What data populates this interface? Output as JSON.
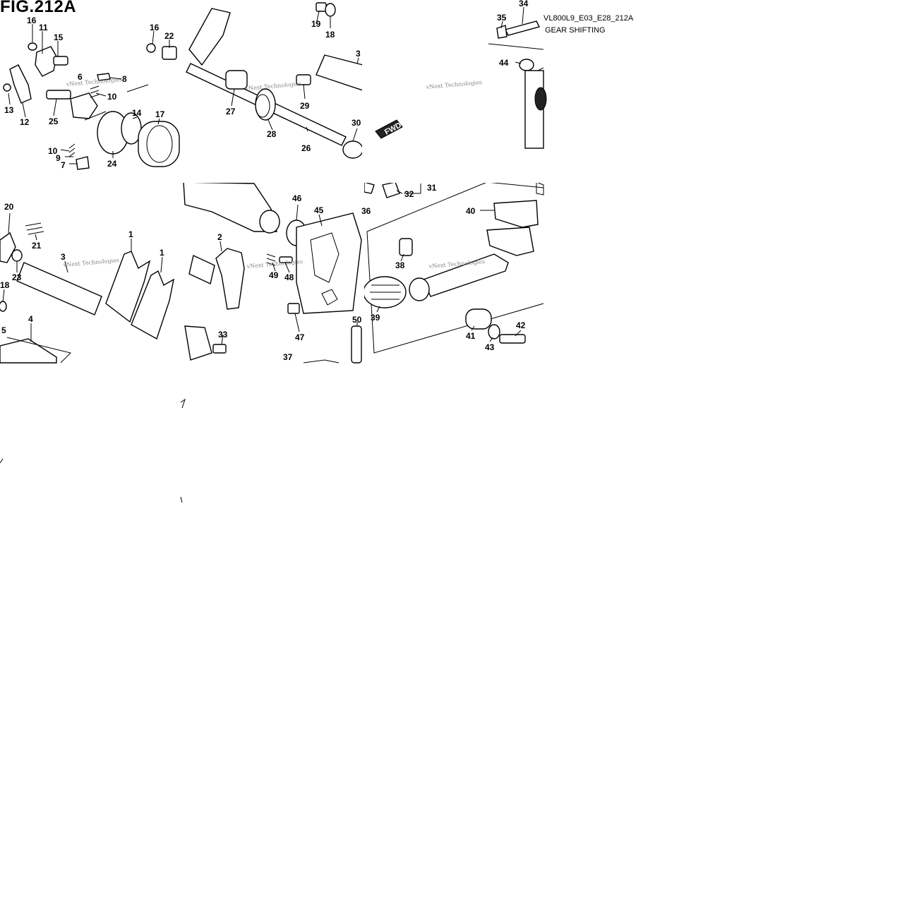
{
  "figure": {
    "title": "FIG.212A",
    "code": "VL800L9_E03_E28_212A",
    "subtitle": "GEAR SHIFTING",
    "watermark": "vNext Technologies",
    "direction_label": "FWD"
  },
  "callouts": [
    "1",
    "2",
    "3",
    "4",
    "5",
    "6",
    "7",
    "8",
    "9",
    "10",
    "11",
    "12",
    "13",
    "14",
    "15",
    "16",
    "17",
    "18",
    "19",
    "20",
    "21",
    "22",
    "23",
    "24",
    "25",
    "26",
    "27",
    "28",
    "29",
    "30",
    "31",
    "32",
    "33",
    "34",
    "35",
    "36",
    "37",
    "38",
    "39",
    "40",
    "41",
    "42",
    "43",
    "44",
    "45",
    "46",
    "47",
    "48",
    "49",
    "50"
  ]
}
